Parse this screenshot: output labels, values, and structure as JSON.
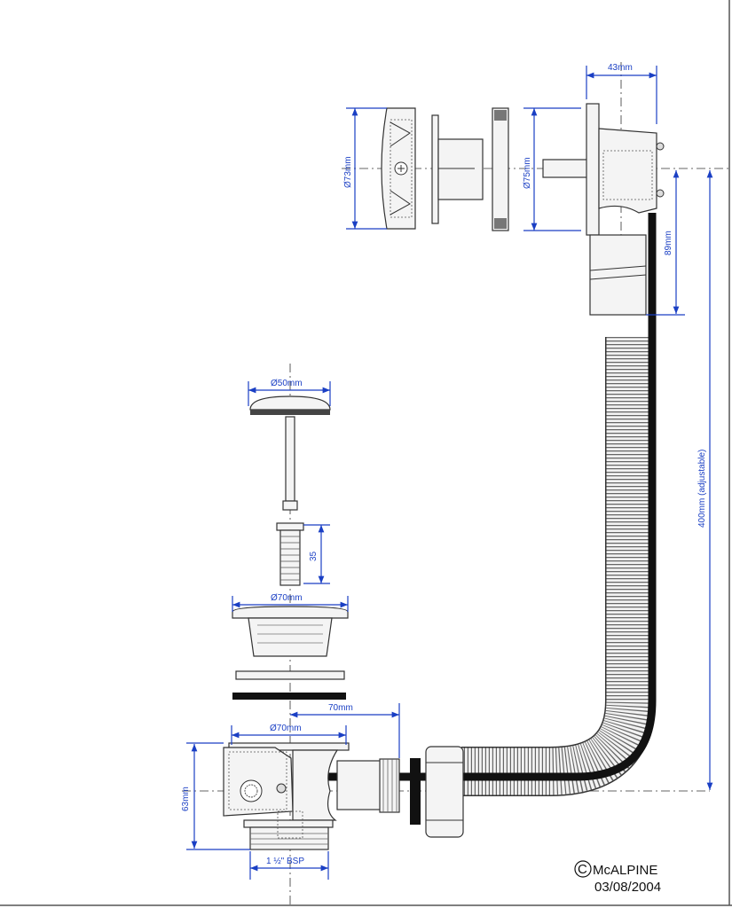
{
  "dimensions": {
    "cap_diameter": "Ø73mm",
    "overflow_diameter": "Ø75mm",
    "overflow_depth": "43mm",
    "overflow_drop": "89mm",
    "hose_length": "400mm (adjustable)",
    "plug_diameter": "Ø50mm",
    "insert_length": "35",
    "strainer_diameter": "Ø70mm",
    "waste_offset": "70mm",
    "waste_diameter": "Ø70mm",
    "waste_height": "63mm",
    "thread": "1 ½\" BSP"
  },
  "footer": {
    "copyright_symbol": "C",
    "brand": "McALPINE",
    "date": "03/08/2004"
  },
  "colors": {
    "dimension": "#1a3fc4",
    "line": "#333333"
  }
}
